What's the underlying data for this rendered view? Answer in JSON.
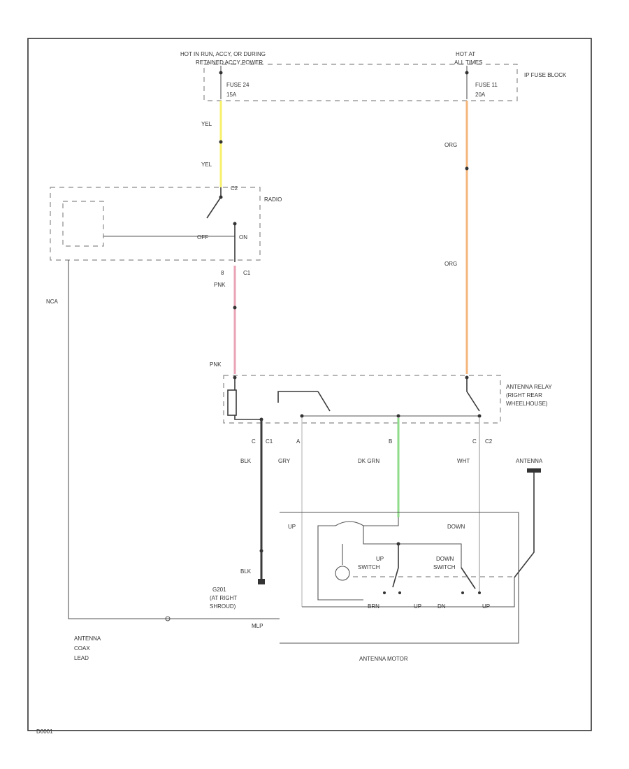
{
  "colors": {
    "yel": "#f6f06a",
    "org": "#f4b67c",
    "pnk": "#e9a3b4",
    "grn": "#8fdc8a",
    "blk": "#3a3a3a",
    "wht": "#bbbbbb",
    "gry": "#cccccc"
  },
  "fuse_block": {
    "left_hot_label": "HOT IN RUN, ACCY, OR DURING",
    "left_hot_label_2": "RETAINED ACCY POWER",
    "right_hot_label": "HOT AT",
    "right_hot_label_2": "ALL TIMES",
    "fuse_left": "FUSE 24",
    "fuse_left_amps": "15A",
    "fuse_right": "FUSE 11",
    "fuse_right_amps": "20A",
    "block_label": "IP FUSE BLOCK"
  },
  "wires": {
    "yel_upper": "YEL",
    "yel_lower": "YEL",
    "org_upper": "ORG",
    "org_lower": "ORG",
    "pnk_upper": "PNK",
    "pnk_lower": "PNK",
    "blk_upper": "BLK",
    "blk_lower": "BLK",
    "gry": "GRY",
    "dk_grn": "DK GRN",
    "wht": "WHT",
    "nca": "NCA"
  },
  "radio": {
    "label": "RADIO",
    "connector": "C2",
    "off": "OFF",
    "on": "ON",
    "c1": "C1",
    "pin": "8"
  },
  "relay": {
    "label": "ANTENNA RELAY (RIGHT REAR WHEELHOUSE)",
    "pin_c": "C",
    "c1": "C1",
    "pin_a": "A",
    "pin_b": "B",
    "pin_c2": "C",
    "c2": "C2"
  },
  "ground": {
    "label": "G201",
    "sub1": "(AT RIGHT",
    "sub2": "SHROUD)"
  },
  "motor": {
    "label": "ANTENNA MOTOR",
    "up": "UP",
    "down": "DOWN",
    "up_switch": "UP SWITCH",
    "down_switch": "DOWN SWITCH",
    "brn": "BRN",
    "up2": "UP",
    "dn": "DN",
    "up3": "UP",
    "mlp": "MLP"
  },
  "antenna": {
    "label": "ANTENNA",
    "coax_1": "ANTENNA",
    "coax_2": "COAX",
    "coax_3": "LEAD"
  },
  "footer_code": "D0001"
}
